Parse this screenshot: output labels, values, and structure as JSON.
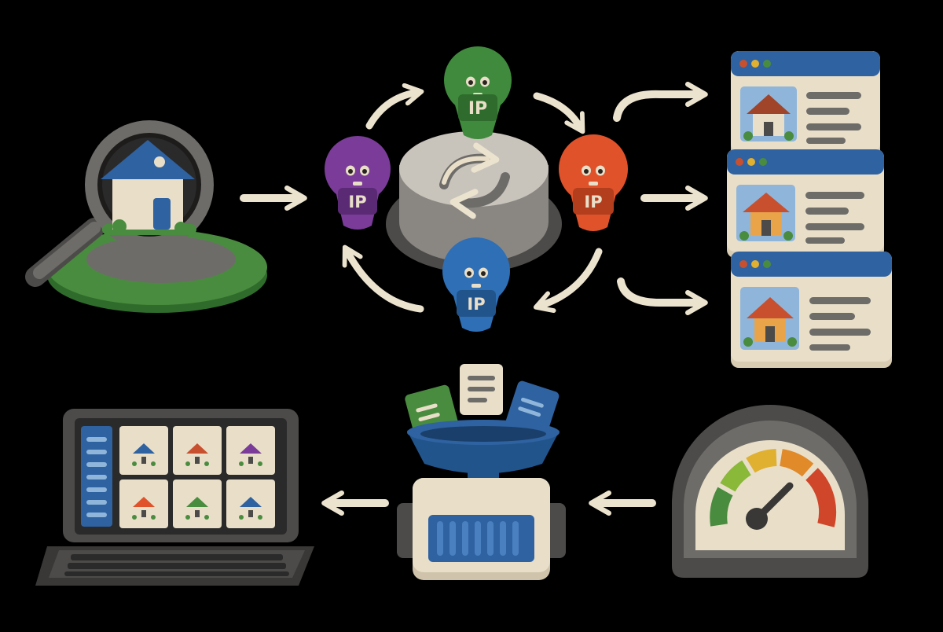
{
  "badges": {
    "green": {
      "label": "IP",
      "color": "#3f8a3c",
      "tag_color": "#2f6b2c"
    },
    "purple": {
      "label": "IP",
      "color": "#7a3c98",
      "tag_color": "#5a2a75"
    },
    "orange": {
      "label": "IP",
      "color": "#e0522a",
      "tag_color": "#b23e1e"
    },
    "blue": {
      "label": "IP",
      "color": "#2e6fb5",
      "tag_color": "#22548c"
    }
  },
  "colors": {
    "background": "#000000",
    "arrow": "#ece3cf",
    "clay_cream": "#e9dfc9",
    "clay_gray": "#6e6c69",
    "clay_dark": "#4d4b49",
    "clay_green": "#4a8c3f",
    "clay_blue": "#2f62a1",
    "house_roof_blue": "#2f62a1",
    "house_roof_red": "#c8502e"
  },
  "icons": [
    "magnifying-glass-house-icon",
    "ip-rotation-icon",
    "browser-window-listing-icon",
    "laptop-grid-icon",
    "funnel-processor-icon",
    "speed-gauge-icon"
  ]
}
